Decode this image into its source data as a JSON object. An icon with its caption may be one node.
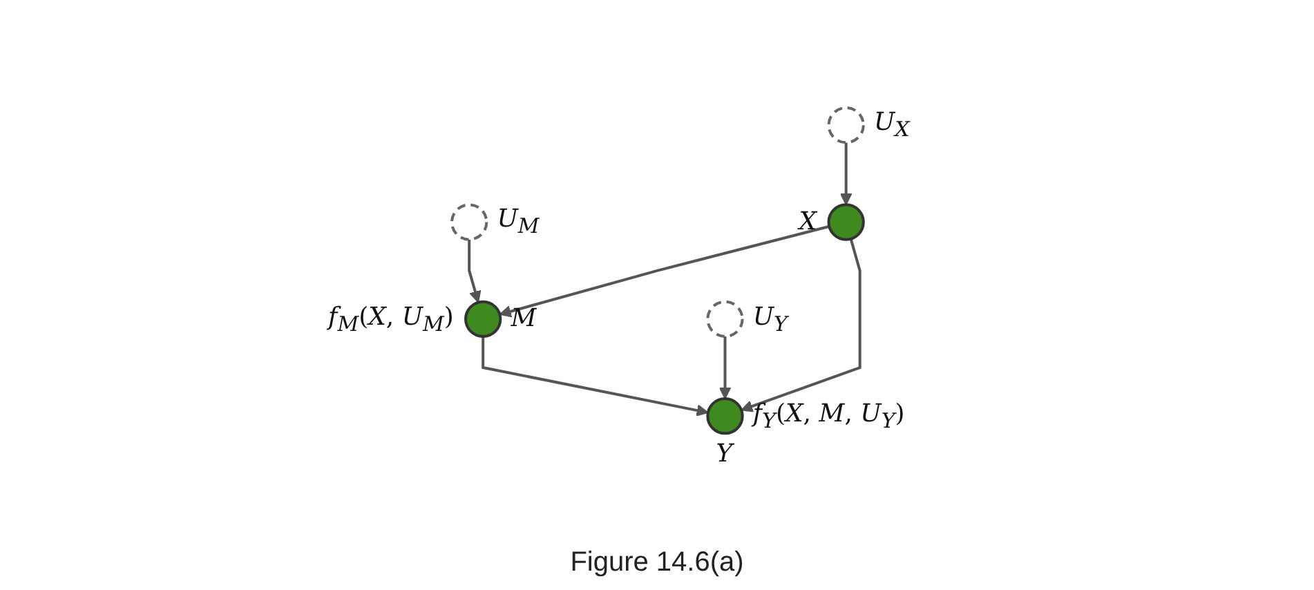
{
  "diagram": {
    "caption": "Figure 14.6(a)",
    "nodes": [
      {
        "text": [],
        "shape": "circle",
        "beside": [
          "U$_{M}$"
        ]
      },
      {
        "text": [],
        "shape": "circle",
        "beside": [
          "f$_{M}$(X, U$_{M}$)",
          "M"
        ]
      },
      {
        "text": [],
        "shape": "circle",
        "beside": [
          "U$_{X}$"
        ]
      },
      {
        "text": [],
        "shape": "circle",
        "beside": [
          "U$_{Y}$"
        ]
      },
      {
        "text": [],
        "shape": "circle",
        "beside": [
          "X"
        ]
      },
      {
        "text": [],
        "shape": "circle",
        "beside": [
          "f$_{Y}$(X, M, U$_{Y}$)",
          "Y"
        ]
      }
    ],
    "edges": [
      {
        "from": 0,
        "to": 1,
        "arrow": "to"
      },
      {
        "from": 2,
        "to": 4,
        "arrow": "to"
      },
      {
        "from": 4,
        "to": 1,
        "arrow": "to"
      },
      {
        "from": 1,
        "to": 5,
        "arrow": "to"
      },
      {
        "from": 3,
        "to": 5,
        "arrow": "to"
      },
      {
        "from": 4,
        "to": 5,
        "arrow": "to"
      }
    ]
  }
}
